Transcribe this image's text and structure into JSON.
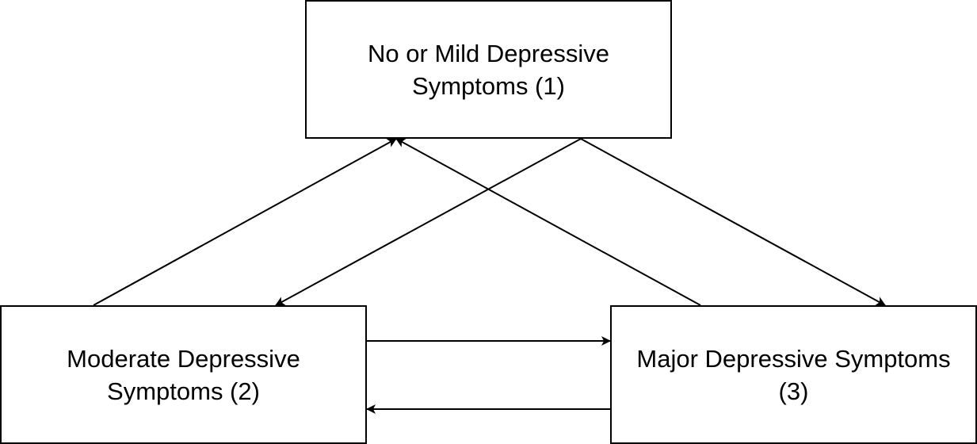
{
  "colors": {
    "stroke": "#000000",
    "text": "#000000",
    "background": "#ffffff"
  },
  "nodes": [
    {
      "id": "1",
      "label": "No or Mild Depressive\nSymptoms (1)"
    },
    {
      "id": "2",
      "label": "Moderate Depressive\nSymptoms (2)"
    },
    {
      "id": "3",
      "label": "Major Depressive Symptoms\n(3)"
    }
  ],
  "edges": [
    {
      "from": "2",
      "to": "1"
    },
    {
      "from": "3",
      "to": "1"
    },
    {
      "from": "1",
      "to": "2"
    },
    {
      "from": "1",
      "to": "3"
    },
    {
      "from": "2",
      "to": "3"
    },
    {
      "from": "3",
      "to": "2"
    }
  ]
}
